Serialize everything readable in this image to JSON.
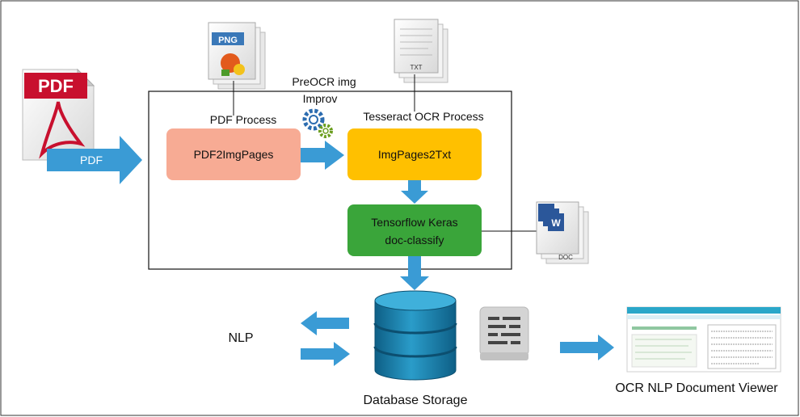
{
  "labels": {
    "pdf_arrow": "PDF",
    "preocr_line1": "PreOCR img",
    "preocr_line2": "Improv",
    "pdf_process": "PDF Process",
    "tesseract_process": "Tesseract OCR Process",
    "nlp": "NLP",
    "database_storage": "Database Storage",
    "viewer": "OCR NLP Document Viewer"
  },
  "nodes": {
    "pdf2img": "PDF2ImgPages",
    "img2txt": "ImgPages2Txt",
    "classify_line1": "Tensorflow Keras",
    "classify_line2": "doc-classify"
  },
  "icons": {
    "pdf_doc": {
      "text": "PDF",
      "name": "pdf-document-icon"
    },
    "png_doc": {
      "text": "PNG",
      "name": "png-image-icon"
    },
    "txt_doc": {
      "text": "TXT",
      "name": "txt-document-icon"
    },
    "doc_doc": {
      "text": "DOC",
      "name": "word-document-icon"
    },
    "gears": {
      "name": "gears-icon"
    },
    "database": {
      "name": "database-icon"
    },
    "text_page": {
      "name": "text-document-icon"
    },
    "viewer_screen": {
      "name": "document-viewer-screenshot-icon"
    }
  },
  "colors": {
    "arrow": "#3a9bd5",
    "pdf2img_box": "#f7ab94",
    "img2txt_box": "#ffc000",
    "classify_box": "#3aa53a",
    "database": "#1a7fa8",
    "pdf_red": "#c8102e"
  }
}
